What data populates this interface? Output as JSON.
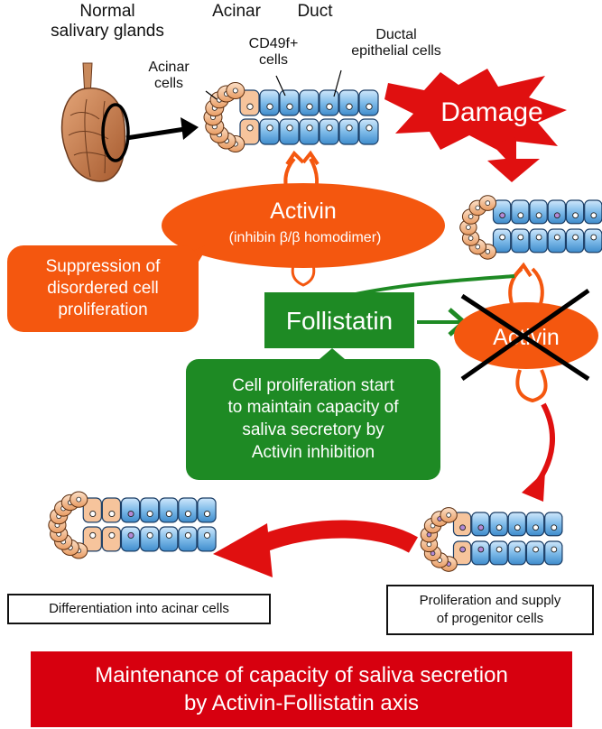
{
  "labels": {
    "normal_glands": "Normal\nsalivary glands",
    "acinar": "Acinar",
    "duct": "Duct",
    "cd49f": "CD49f+\ncells",
    "ductal": "Ductal\nepithelial cells",
    "acinar_cells": "Acinar\ncells"
  },
  "damage": "Damage",
  "activin": {
    "title": "Activin",
    "subtitle": "(inhibin β/β homodimer)"
  },
  "activin_blocked": "Activin",
  "follistatin": "Follistatin",
  "suppression": "Suppression of\ndisordered cell\nproliferation",
  "proliferation_start": "Cell proliferation start\nto maintain capacity of\nsaliva secretory by\nActivin inhibition",
  "differentiation": "Differentiation into acinar cells",
  "proliferation_supply": "Proliferation and supply\nof progenitor cells",
  "footer": "Maintenance of capacity of saliva secretion\nby Activin-Follistatin axis",
  "colors": {
    "acinar_fill": "#f6c49c",
    "duct_fill": "#8ec5ec",
    "progenitor": "#b48ad6",
    "activin_orange": "#f4570f",
    "follistatin_green": "#1e8a24",
    "damage_red": "#e01010",
    "footer_red": "#d7000f"
  }
}
